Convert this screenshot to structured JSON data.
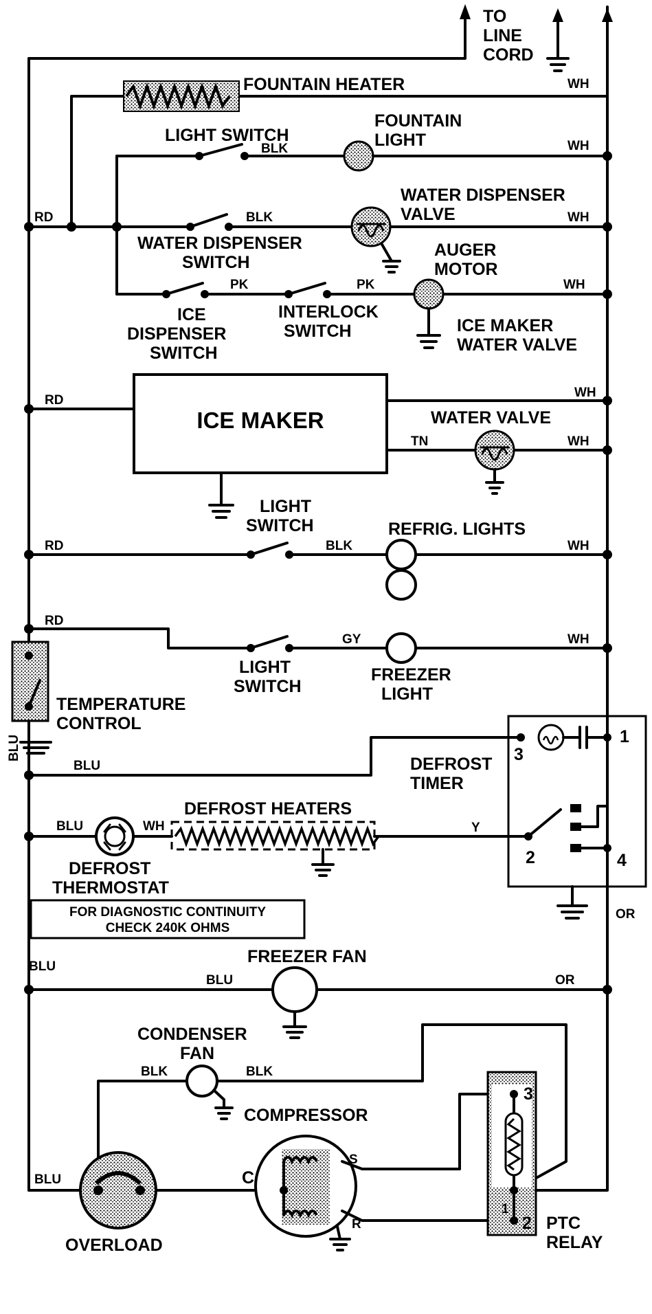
{
  "supply": {
    "to": "TO",
    "line": "LINE",
    "cord": "CORD",
    "wh": "WH"
  },
  "fountain_heater": {
    "label": "FOUNTAIN HEATER"
  },
  "fountain_light": {
    "label1": "FOUNTAIN",
    "label2": "LIGHT",
    "wire_blk": "BLK",
    "wire_wh": "WH"
  },
  "light_switch_1": {
    "label": "LIGHT SWITCH"
  },
  "rd_main": "RD",
  "water_dispenser_valve": {
    "label1": "WATER DISPENSER",
    "label2": "VALVE",
    "wire_blk": "BLK",
    "wire_wh": "WH"
  },
  "water_dispenser_switch": {
    "label1": "WATER DISPENSER",
    "label2": "SWITCH"
  },
  "auger_motor": {
    "label1": "AUGER",
    "label2": "MOTOR",
    "wire_wh": "WH"
  },
  "ice_dispenser_switch": {
    "label1": "ICE",
    "label2": "DISPENSER",
    "label3": "SWITCH",
    "wire_pk": "PK"
  },
  "interlock_switch": {
    "label1": "INTERLOCK",
    "label2": "SWITCH",
    "wire_pk": "PK"
  },
  "ice_maker_water_valve": {
    "label1": "ICE MAKER",
    "label2": "WATER VALVE"
  },
  "ice_maker": {
    "label": "ICE MAKER",
    "wire_rd": "RD",
    "wire_wh_top": "WH",
    "wire_tn": "TN",
    "wire_wh": "WH"
  },
  "water_valve": {
    "label": "WATER VALVE"
  },
  "light_switch_2": {
    "label1": "LIGHT",
    "label2": "SWITCH",
    "wire_rd": "RD",
    "wire_blk": "BLK"
  },
  "refrig_lights": {
    "label": "REFRIG. LIGHTS",
    "wire_wh": "WH"
  },
  "light_switch_3": {
    "label1": "LIGHT",
    "label2": "SWITCH",
    "wire_rd": "RD",
    "wire_gy": "GY"
  },
  "freezer_light": {
    "label1": "FREEZER",
    "label2": "LIGHT",
    "wire_wh": "WH"
  },
  "temperature_control": {
    "label1": "TEMPERATURE",
    "label2": "CONTROL",
    "wire_blu_v": "BLU",
    "wire_blu": "BLU"
  },
  "defrost_timer": {
    "label1": "DEFROST",
    "label2": "TIMER",
    "t1": "1",
    "t2": "2",
    "t3": "3",
    "t4": "4",
    "wire_or": "OR"
  },
  "defrost_heaters": {
    "label": "DEFROST HEATERS",
    "wire_y": "Y"
  },
  "defrost_thermostat": {
    "label1": "DEFROST",
    "label2": "THERMOSTAT",
    "wire_blu": "BLU",
    "wire_wh": "WH"
  },
  "diagnostic_note": {
    "line1": "FOR DIAGNOSTIC CONTINUITY",
    "line2": "CHECK 240K OHMS"
  },
  "freezer_fan": {
    "label": "FREEZER FAN",
    "wire_blu_left": "BLU",
    "wire_blu": "BLU",
    "wire_or": "OR"
  },
  "condenser_fan": {
    "label1": "CONDENSER",
    "label2": "FAN",
    "wire_blk_l": "BLK",
    "wire_blk_r": "BLK"
  },
  "compressor": {
    "label": "COMPRESSOR",
    "c": "C",
    "s": "S",
    "r": "R"
  },
  "overload": {
    "label": "OVERLOAD",
    "wire_blu": "BLU"
  },
  "ptc_relay": {
    "label1": "PTC",
    "label2": "RELAY",
    "t1": "1",
    "t2": "2",
    "t3": "3"
  }
}
